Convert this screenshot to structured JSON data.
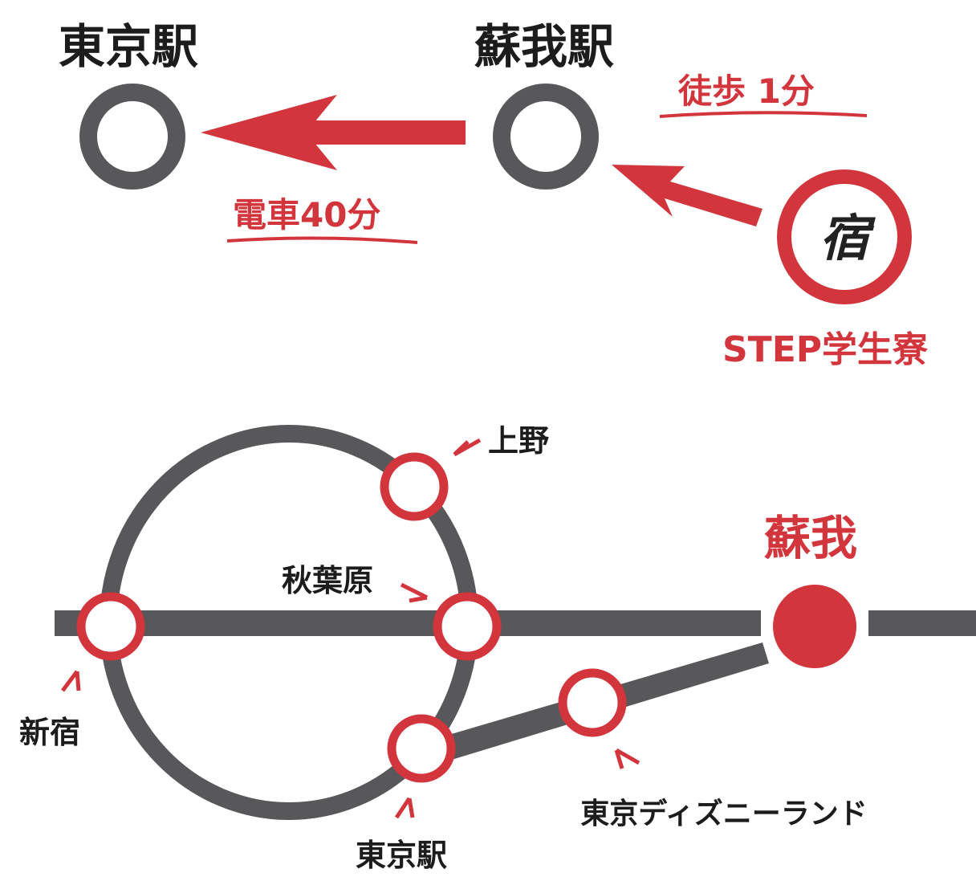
{
  "route": {
    "origin_station": "東京駅",
    "transfer_station": "蘇我駅",
    "walk_label": "徒歩 1分",
    "train_label": "電車40分",
    "dorm_icon_char": "宿",
    "dorm_label": "STEP学生寮"
  },
  "rail_map": {
    "stations": {
      "ueno": "上野",
      "akihabara": "秋葉原",
      "shinjuku": "新宿",
      "tokyo": "東京駅",
      "disney": "東京ディズニーランド",
      "soga": "蘇我"
    }
  },
  "colors": {
    "accent_red": "#d3353d",
    "line_gray": "#58585a"
  }
}
